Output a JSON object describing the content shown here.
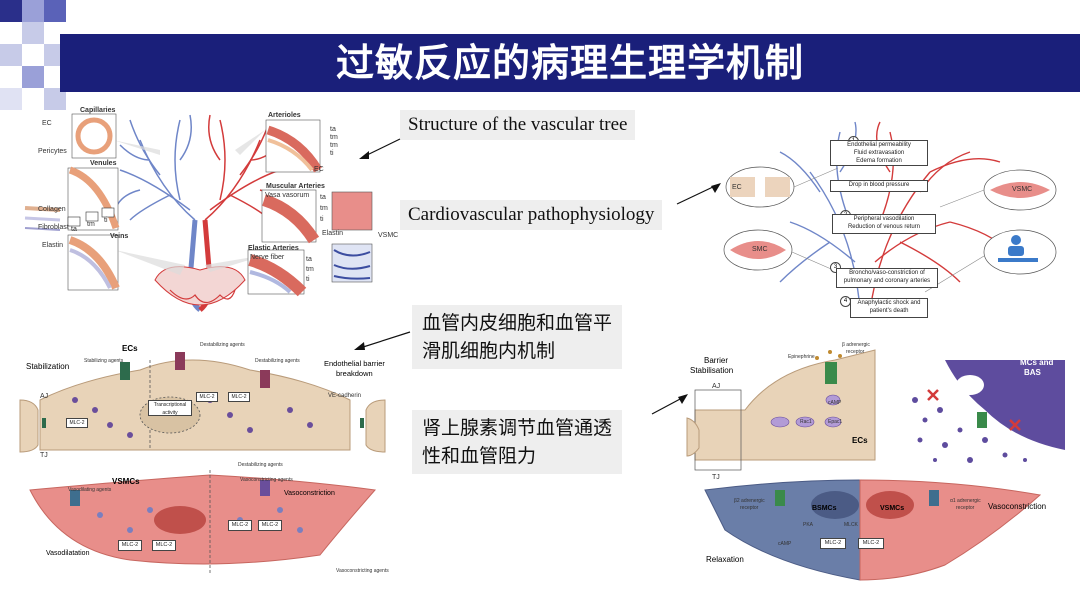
{
  "slide": {
    "title": "过敏反应的病理生理学机制"
  },
  "captions": {
    "vascular_tree": "Structure of the vascular tree",
    "cardio": "Cardiovascular pathophysiology",
    "endothelial_line1": "血管内皮细胞和血管平",
    "endothelial_line2": "滑肌细胞内机制",
    "adrenaline_line1": "肾上腺素调节血管通透",
    "adrenaline_line2": "性和血管阻力"
  },
  "vascular_tree": {
    "capillaries": "Capillaries",
    "ec": "EC",
    "pericytes": "Pericytes",
    "venules": "Venules",
    "veins": "Veins",
    "collagen": "Collagen",
    "fibroblast": "Fibroblast",
    "elastin": "Elastin",
    "ta": "ta",
    "tm": "tm",
    "ti": "ti",
    "arterioles": "Arterioles",
    "muscular_arteries": "Muscular Arteries",
    "vasa_vasorum": "Vasa vasorum",
    "elastic_arteries": "Elastic Arteries",
    "nerve_fiber": "Nerve fiber",
    "vsmc": "VSMC",
    "elastin_r": "Elastin"
  },
  "cardio": {
    "n1": "1",
    "box1_l1": "Endothelial permeability",
    "box1_l2": "Fluid extravasation",
    "box1_l3": "Edema formation",
    "box_bp": "Drop in blood pressure",
    "n2": "2",
    "box2_l1": "Peripheral vasodilation",
    "box2_l2": "Reduction of venous return",
    "n3": "3",
    "box3_l1": "Broncho/vaso-constriction of",
    "box3_l2": "pulmonary and coronary arteries",
    "n4": "4",
    "box4_l1": "Anaphylactic shock and",
    "box4_l2": "patient's death",
    "ec": "EC",
    "vsmc": "VSMC",
    "smc": "SMC"
  },
  "endothelial": {
    "ecs": "ECs",
    "stabilization": "Stabilization",
    "barrier_l1": "Endothelial barrier",
    "barrier_l2": "breakdown",
    "stabilizing_agents": "Stabilizing agents",
    "destabilizing_agents": "Destabilizing agents",
    "aj": "AJ",
    "tj": "TJ",
    "ve_cadherin": "VE-cadherin",
    "transcriptional": "Transcriptional activity",
    "mlc2": "MLC-2",
    "vsmcs": "VSMCs",
    "vasodilating_agents": "Vasodilating agents",
    "vasoconstricting_agents": "Vasoconstricting agents",
    "vasodilatation": "Vasodilatation",
    "vasoconstriction": "Vasoconstriction"
  },
  "adrenaline": {
    "barrier_l1": "Barrier",
    "barrier_l2": "Stabilisation",
    "aj": "AJ",
    "tj": "TJ",
    "epinephrine": "Epinephrine",
    "beta_receptor_l1": "β adrenergic",
    "beta_receptor_l2": "receptor",
    "ecs": "ECs",
    "mcs_l1": "MCs and",
    "mcs_l2": "BAS",
    "beta2_l1": "β2 adrenergic",
    "beta2_l2": "receptor",
    "bsmcs": "BSMCs",
    "vsmcs": "VSMCs",
    "alpha1_l1": "α1 adrenergic",
    "alpha1_l2": "receptor",
    "relaxation": "Relaxation",
    "vasoconstriction": "Vasoconstriction",
    "mlc2": "MLC-2",
    "pka": "PKA",
    "camp": "cAMP",
    "mlck": "MLCK",
    "rac1": "Rac1",
    "epac1": "Epac1"
  },
  "colors": {
    "title_band": "#1a1f7a",
    "caption_bg": "#eeeeee",
    "artery": "#d33b3b",
    "vein": "#6f86c8",
    "cell": "#e8d3b8",
    "smc": "#e88e8a",
    "purple": "#6a4e9b"
  }
}
